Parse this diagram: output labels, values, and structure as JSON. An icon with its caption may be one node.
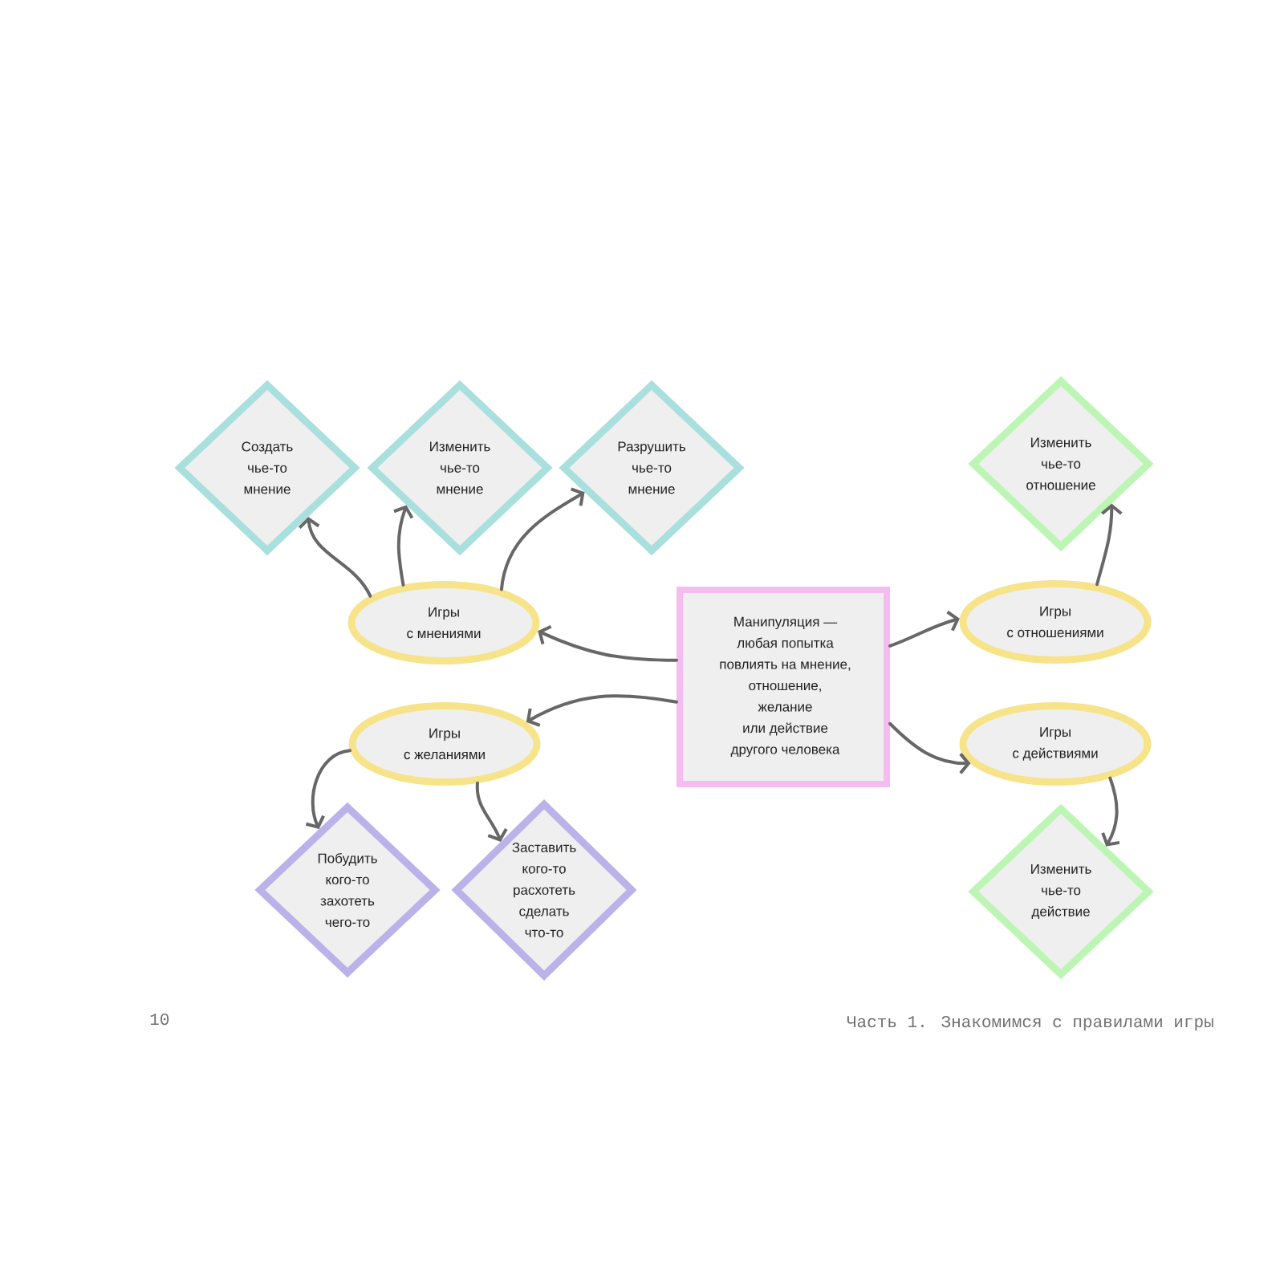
{
  "diagram": {
    "nodes": [
      {
        "text": [
          "Создать чье-то мнение"
        ]
      },
      {
        "text": [
          "Изменить чье-то мнение"
        ]
      },
      {
        "text": [
          "Разрушить чье-то мнение"
        ]
      },
      {
        "text": [
          "Изменить чье-то отношение"
        ]
      },
      {
        "text": [
          "Игры с мнениями"
        ]
      },
      {
        "text": [
          "Манипуляция — любая попытка повлиять на мнение, отношение, желание или действие другого человека"
        ]
      },
      {
        "text": [
          "Игры с отношениями"
        ]
      },
      {
        "text": [
          "Игры с желаниями"
        ]
      },
      {
        "text": [
          "Игры с действиями"
        ]
      },
      {
        "text": [
          "Побудить кого-то захотеть чего-то"
        ]
      },
      {
        "text": [
          "Заставить кого-то расхотеть сделать что-то"
        ]
      },
      {
        "text": [
          "Изменить чье-то действие"
        ]
      }
    ],
    "edges": [
      {
        "from": 4,
        "to": 0,
        "arrow": "to"
      },
      {
        "from": 4,
        "to": 1,
        "arrow": "to"
      },
      {
        "from": 4,
        "to": 2,
        "arrow": "to"
      },
      {
        "from": 6,
        "to": 3,
        "arrow": "to"
      },
      {
        "from": 5,
        "to": 4,
        "arrow": "to"
      },
      {
        "from": 5,
        "to": 6,
        "arrow": "to"
      },
      {
        "from": 5,
        "to": 7,
        "arrow": "to"
      },
      {
        "from": 5,
        "to": 8,
        "arrow": "to"
      },
      {
        "from": 7,
        "to": 9,
        "arrow": "to"
      },
      {
        "from": 7,
        "to": 10,
        "arrow": "to"
      },
      {
        "from": 8,
        "to": 11,
        "arrow": "to"
      }
    ],
    "labels": [
      "10",
      "Часть 1. Знакомимся с правилами игры"
    ]
  }
}
